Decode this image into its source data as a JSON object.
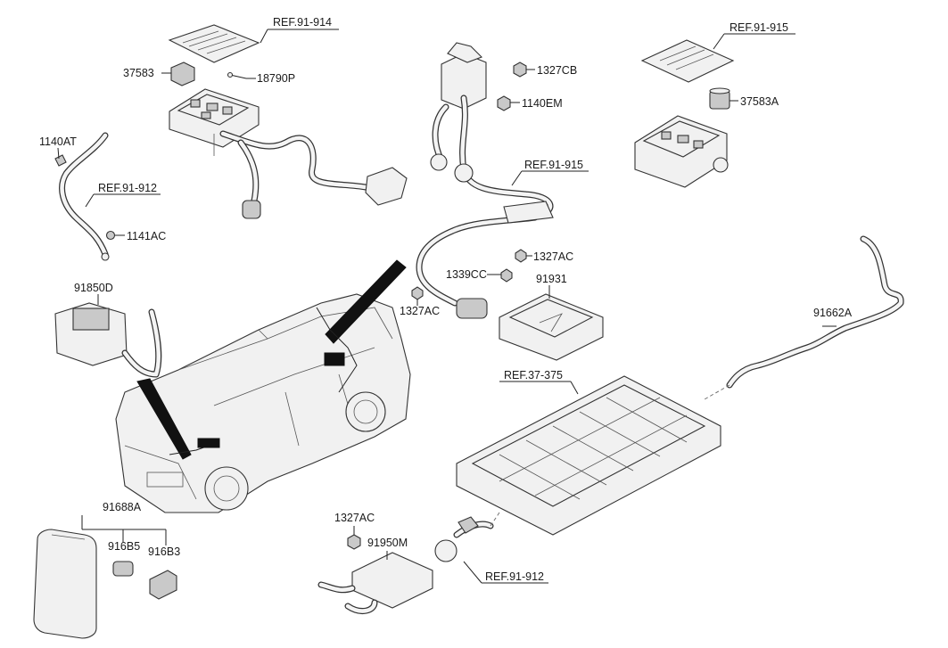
{
  "callouts": {
    "ref_91_914": "REF.91-914",
    "c37583": "37583",
    "c18790P": "18790P",
    "c1140AT": "1140AT",
    "ref_91_912_top": "REF.91-912",
    "c1141AC": "1141AC",
    "c1327CB": "1327CB",
    "c1140EM": "1140EM",
    "ref_91_915_mid": "REF.91-915",
    "ref_91_915_top": "REF.91-915",
    "c37583A": "37583A",
    "c1327AC_a": "1327AC",
    "c1339CC": "1339CC",
    "c1327AC_b": "1327AC",
    "c91931": "91931",
    "c91850D": "91850D",
    "c91662A": "91662A",
    "ref_37_375": "REF.37-375",
    "c91688A": "91688A",
    "c916B5": "916B5",
    "c916B3": "916B3",
    "c1327AC_c": "1327AC",
    "c91950M": "91950M",
    "ref_91_912_bottom": "REF.91-912"
  }
}
